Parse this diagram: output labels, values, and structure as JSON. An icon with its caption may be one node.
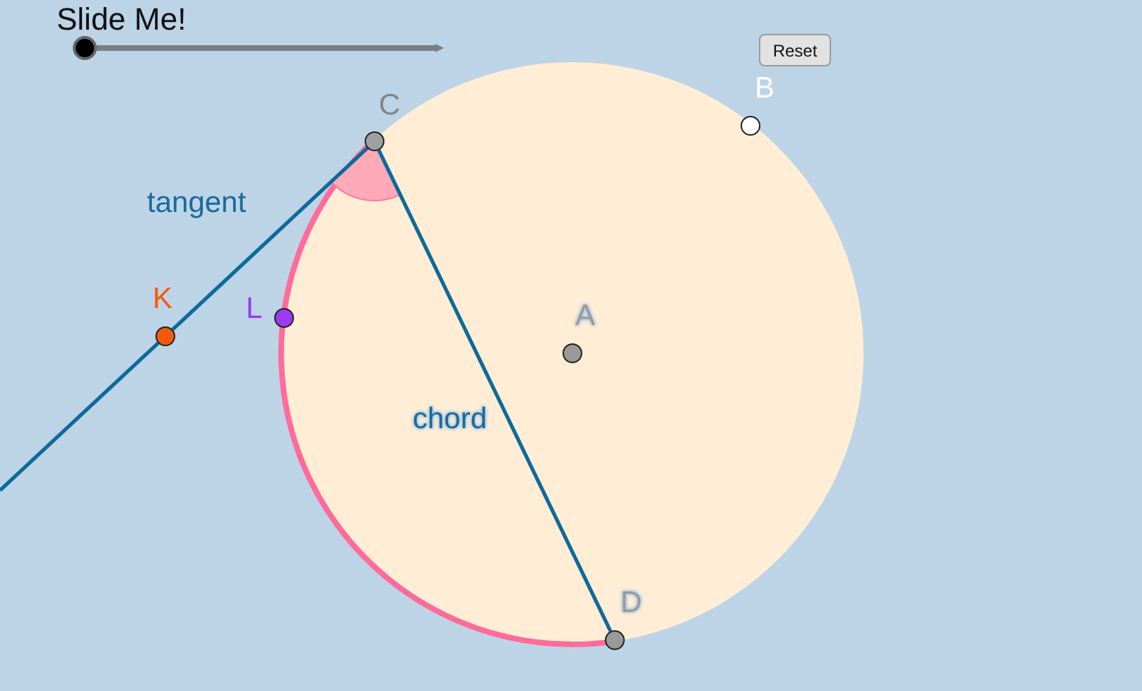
{
  "diagram": {
    "nodes": [
      {
        "text": [],
        "shape": "circle",
        "beside": [
          "C"
        ]
      },
      {
        "text": [],
        "shape": "circle",
        "beside": [
          "B"
        ]
      },
      {
        "text": [],
        "shape": "circle",
        "beside": [
          "A"
        ]
      },
      {
        "text": [],
        "shape": "circle",
        "beside": [
          "K"
        ]
      },
      {
        "text": [],
        "shape": "circle",
        "beside": [
          "L"
        ]
      },
      {
        "text": [],
        "shape": "circle",
        "beside": [
          "D"
        ]
      }
    ],
    "edges": [
      {
        "from": 0,
        "to": 5,
        "arrow": "none",
        "label": "chord"
      },
      {
        "from": 0,
        "to": 3,
        "arrow": "none",
        "label": "tangent"
      },
      {
        "from": 3,
        "to": null,
        "arrow": "none"
      }
    ],
    "labels": [
      "Slide Me!",
      "Reset"
    ]
  }
}
